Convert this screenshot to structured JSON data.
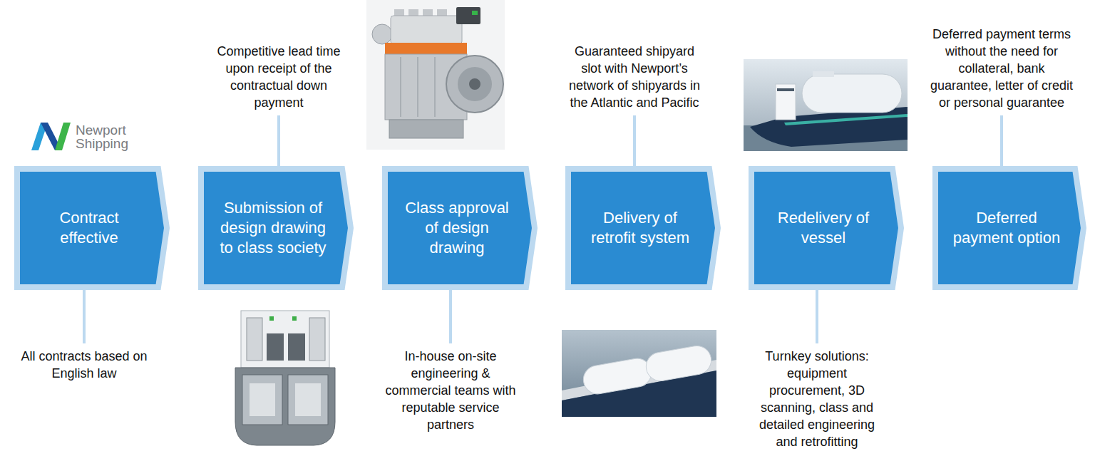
{
  "diagram": {
    "nodes": [
      {
        "text": [
          "Contract effective"
        ]
      },
      {
        "text": [
          "Submission of design drawing to class society"
        ]
      },
      {
        "text": [
          "Class approval of design drawing"
        ]
      },
      {
        "text": [
          "Delivery of retrofit system"
        ]
      },
      {
        "text": [
          "Redelivery of vessel"
        ]
      },
      {
        "text": [
          "Deferred payment option"
        ]
      }
    ],
    "labels": [
      "Newport Shipping",
      "All contracts based on English law",
      "Competitive lead time upon receipt of the contractual down payment",
      "In-house on-site engineering & commercial teams with reputable service partners",
      "Guaranteed shipyard slot with Newport’s network of shipyards in the Atlantic and Pacific",
      "Turnkey solutions: equipment procurement, 3D scanning, class and detailed engineering and retrofitting",
      "Deferred payment terms without the need for collateral, bank guarantee, letter of credit or personal guarantee"
    ]
  }
}
